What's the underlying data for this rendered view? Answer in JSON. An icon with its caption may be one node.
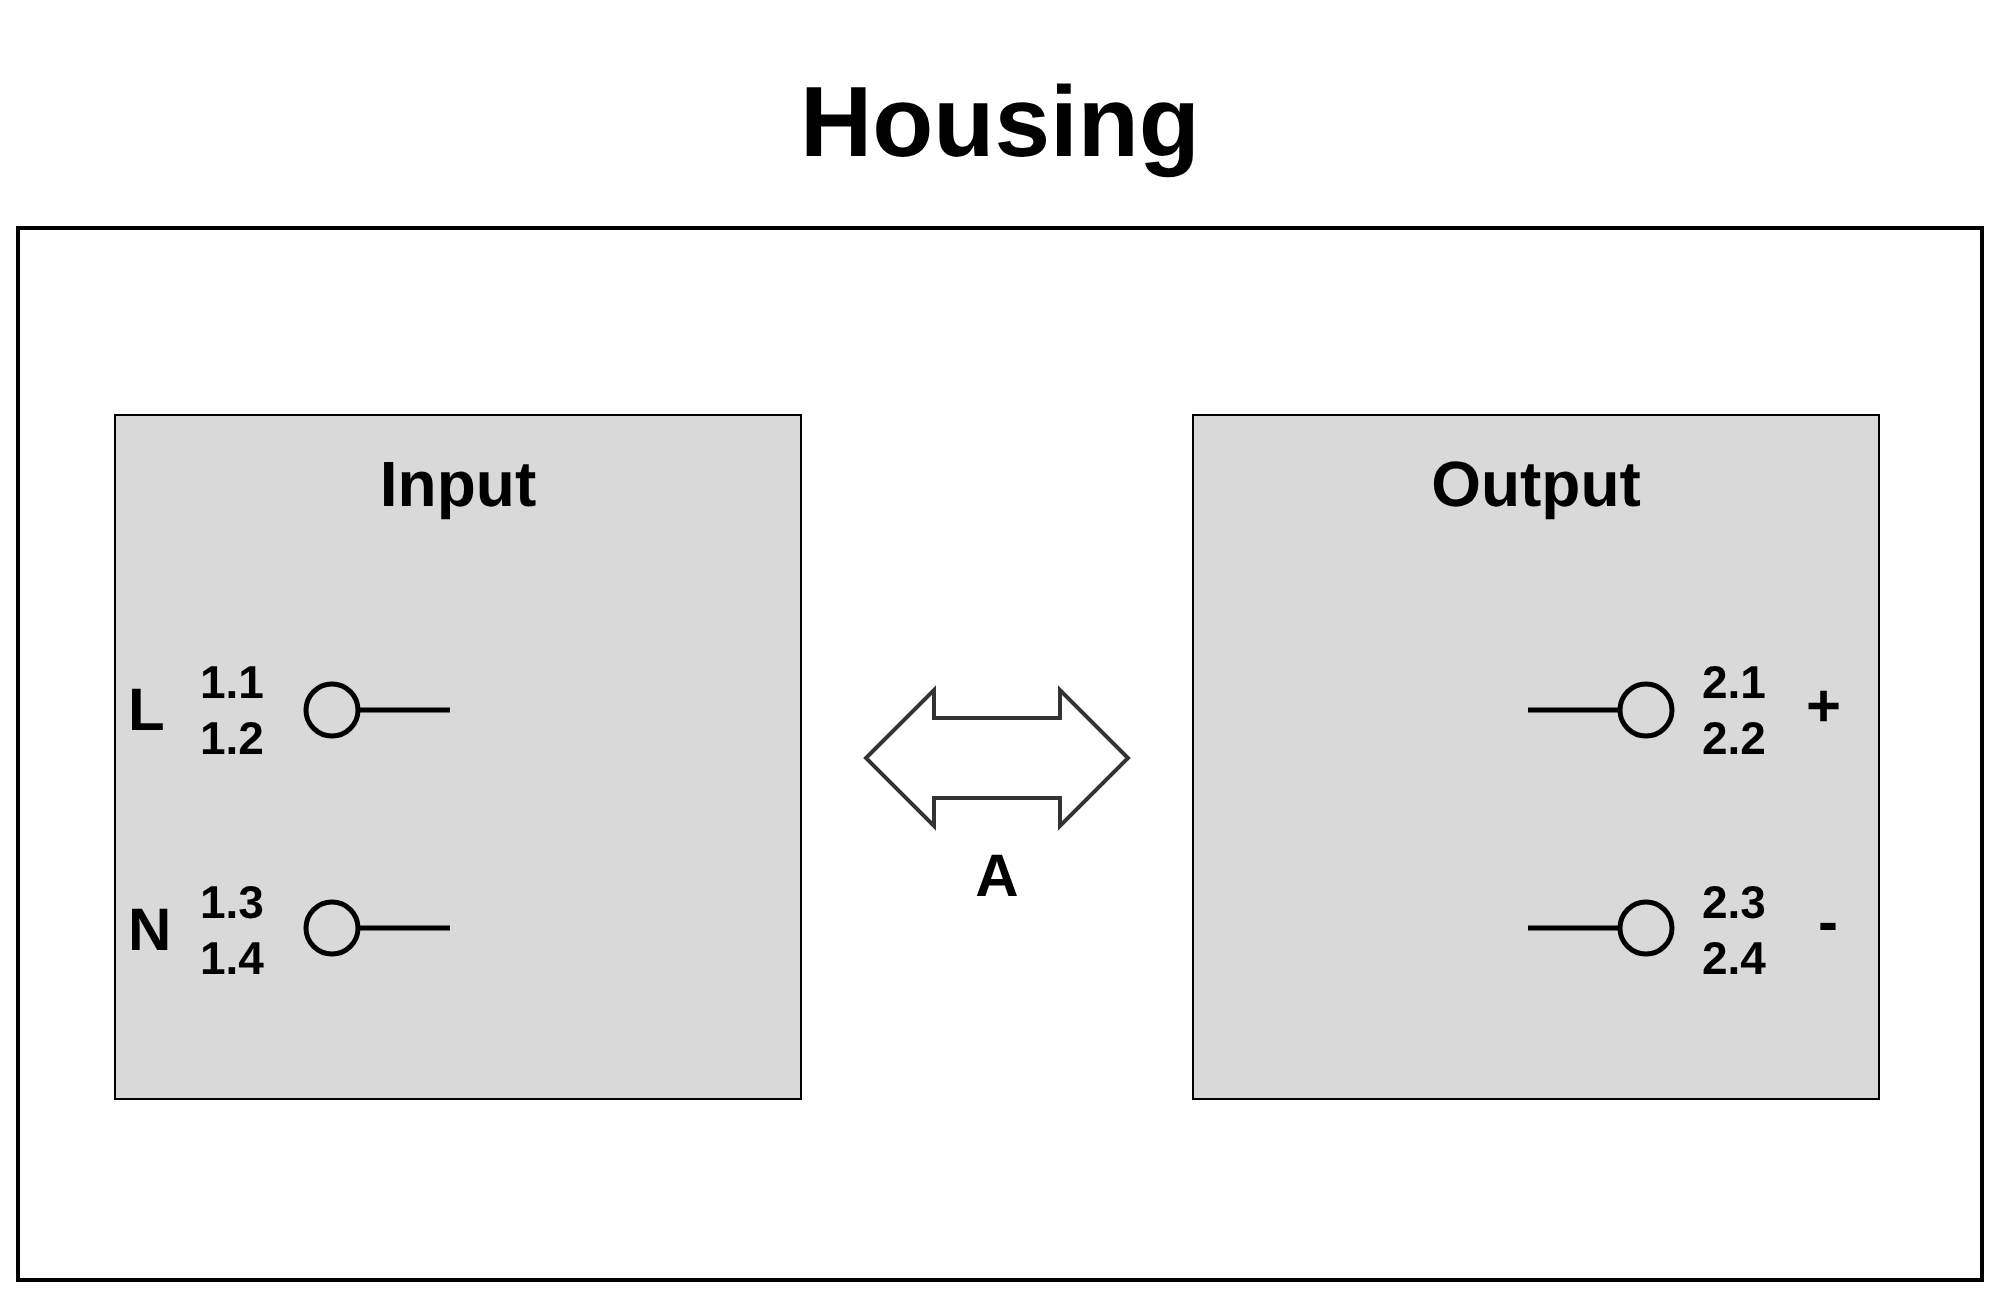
{
  "diagram": {
    "nodes": [
      {
        "text": [
          "Housing"
        ]
      },
      {
        "text": [
          "Input"
        ],
        "in": 0
      },
      {
        "text": [
          "Output"
        ],
        "in": 0
      }
    ],
    "edges": [
      {
        "from": 1,
        "to": 2,
        "arrow": "both",
        "label": "A"
      }
    ],
    "labels": [
      "L",
      "1.1",
      "1.2",
      "N",
      "1.3",
      "1.4",
      "2.1",
      "2.2",
      "+",
      "2.3",
      "2.4",
      "-"
    ]
  }
}
